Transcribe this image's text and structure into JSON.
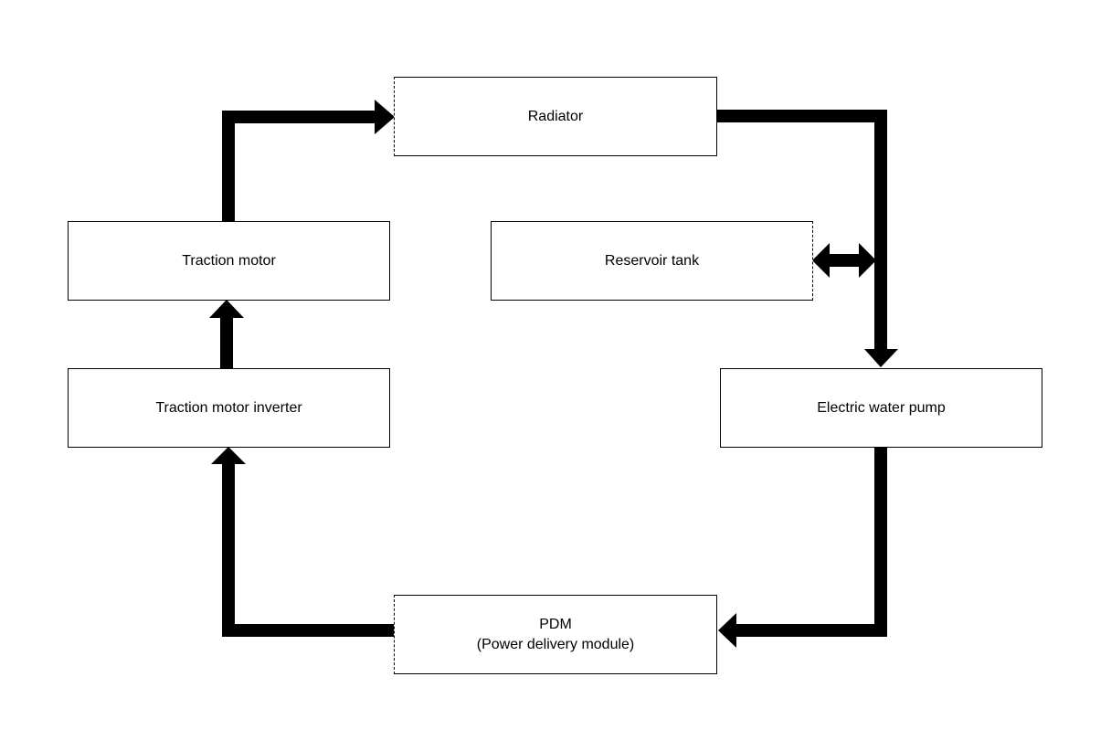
{
  "diagram": {
    "nodes": {
      "radiator": {
        "label": "Radiator"
      },
      "traction_motor": {
        "label": "Traction motor"
      },
      "reservoir_tank": {
        "label": "Reservoir tank"
      },
      "traction_motor_inverter": {
        "label": "Traction motor inverter"
      },
      "electric_water_pump": {
        "label": "Electric water pump"
      },
      "pdm": {
        "line1": "PDM",
        "line2": "(Power delivery module)"
      }
    },
    "edges": [
      {
        "from": "traction_motor",
        "to": "radiator"
      },
      {
        "from": "radiator",
        "to": "electric_water_pump"
      },
      {
        "from": "reservoir_tank",
        "to": "radiator-pump line",
        "bidirectional": true
      },
      {
        "from": "electric_water_pump",
        "to": "pdm"
      },
      {
        "from": "pdm",
        "to": "traction_motor_inverter"
      },
      {
        "from": "traction_motor_inverter",
        "to": "traction_motor"
      }
    ],
    "colors": {
      "line": "#000000",
      "box_fill": "#ffffff"
    }
  }
}
